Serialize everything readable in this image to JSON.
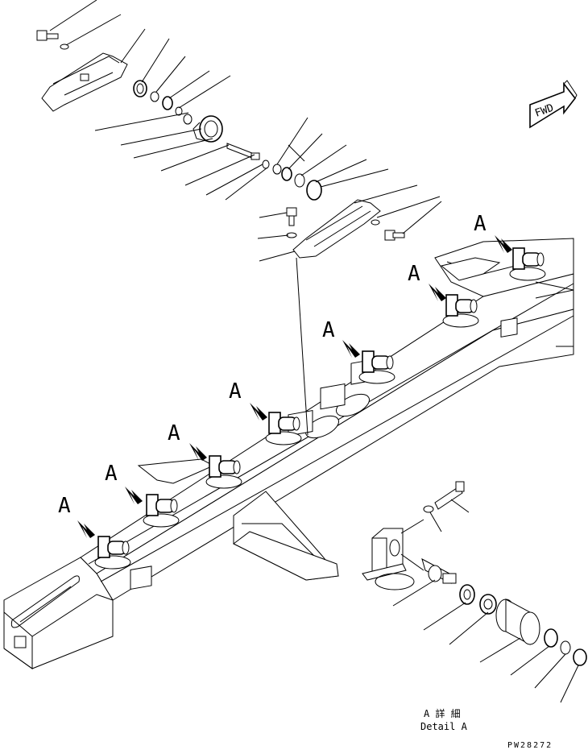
{
  "drawing": {
    "fwd_badge": "FWD",
    "callout_letter": "A",
    "detail_caption_jp": "A 詳 細",
    "detail_caption_en": "Detail A",
    "drawing_number": "PW28272"
  },
  "callouts": [
    {
      "letter": "A"
    },
    {
      "letter": "A"
    },
    {
      "letter": "A"
    },
    {
      "letter": "A"
    },
    {
      "letter": "A"
    },
    {
      "letter": "A"
    },
    {
      "letter": "A"
    }
  ],
  "icons": {
    "callout_arrow": "callout-arrow-icon",
    "forward_indicator": "fwd-arrow-icon"
  }
}
